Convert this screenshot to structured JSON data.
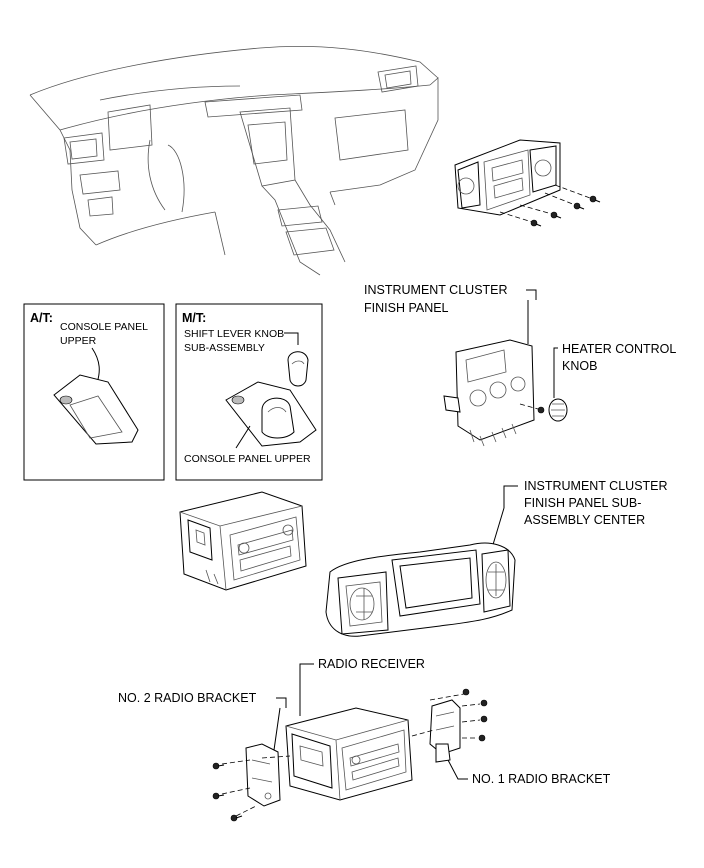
{
  "labels": {
    "instrument_cluster_finish_panel": [
      "INSTRUMENT CLUSTER",
      "FINISH PANEL"
    ],
    "heater_control_knob": [
      "HEATER CONTROL",
      "KNOB"
    ],
    "instrument_cluster_finish_panel_sub_assembly_center": [
      "INSTRUMENT CLUSTER",
      "FINISH PANEL SUB-",
      "ASSEMBLY CENTER"
    ],
    "radio_receiver": "RADIO RECEIVER",
    "no2_radio_bracket": "NO. 2 RADIO BRACKET",
    "no1_radio_bracket": "NO. 1 RADIO BRACKET"
  },
  "inset_at": {
    "title": "A/T:",
    "part_label": [
      "CONSOLE PANEL",
      "UPPER"
    ]
  },
  "inset_mt": {
    "title": "M/T:",
    "knob_label": [
      "SHIFT LEVER KNOB",
      "SUB-ASSEMBLY"
    ],
    "panel_label": "CONSOLE PANEL UPPER"
  }
}
